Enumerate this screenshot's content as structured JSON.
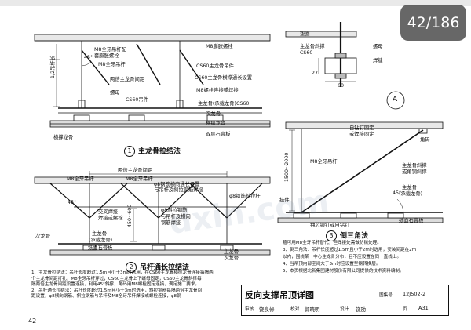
{
  "page_counter": "42/186",
  "page_number": "42",
  "watermark": "dxin.com",
  "fig1": {
    "caption_num": "1",
    "caption": "主龙骨拉结法",
    "labels": {
      "m8_rod_tag": "M8全牙吊杆配",
      "expansion_bolt": "套膨胀螺栓",
      "m8_rod": "M8全牙吊杆",
      "m8_expansion": "M8膨胀螺栓",
      "cs60_hanger": "CS60主龙骨吊件",
      "two_spacing": "两倍主龙骨间距",
      "cs60_connect": "CS60主龙骨横撑通长设置",
      "nut": "螺母",
      "m8_clamp": "M8螺栓连接或焊接",
      "cs60_clip": "CS60吊件",
      "main_joist": "主龙骨(承载龙骨)CS60",
      "sub_joist": "次龙骨",
      "cross_joist": "横撑龙骨",
      "cross_joist2": "横撑龙骨",
      "board": "双层石膏板",
      "dim_half": "1/2吊杆长",
      "angle": "45°"
    }
  },
  "fig2": {
    "caption_num": "2",
    "caption": "吊杆通长拉结法",
    "labels": {
      "two_spacing": "两倍主龙骨间距",
      "m8_rod1": "M8全牙吊杆",
      "m8_rod2": "M8全牙吊杆",
      "phi8_line1": "φ8钢筋横向通长设置",
      "phi8_line2": "与吊杆及斜拉钢筋焊接",
      "phi8_rod": "φ8钢筋斜拉杆",
      "cross_weld": "交叉焊接",
      "weld_or_bolt": "焊接或螺栓",
      "phi8_diag1": "φ8斜拉钢筋",
      "phi8_diag2": "与吊杆及横向",
      "phi8_diag3": "钢筋焊接",
      "dim": "450~600",
      "sub_joist": "次龙骨",
      "main_joist1": "主龙骨",
      "main_joist2": "(承载龙骨)",
      "board": "纸面石膏板",
      "main_joist3": "主龙骨",
      "sub_joist2": "次龙骨",
      "angle": "45°"
    }
  },
  "fig3": {
    "caption_num": "3",
    "caption": "倒三角法",
    "labels": {
      "self_drill": "自钻钉固定",
      "or_weld": "或焊接固定",
      "corner": "角码",
      "m8_rod": "M8全牙吊杆",
      "main_brace1": "主龙骨斜撑",
      "main_brace2": "或角钢斜撑",
      "main_joist1": "主龙骨",
      "main_joist2": "(承载龙骨)",
      "dim": "1500~2000",
      "hanger": "挂件",
      "board": "纸面石膏板",
      "screw": "抽芯铆钉或自钻钉",
      "angle": "45°"
    }
  },
  "detailA": {
    "tag": "A",
    "labels": {
      "washer": "垫圈",
      "main_brace": "主龙骨斜撑",
      "cs60": "CS60",
      "nut": "螺母",
      "weld": "焊缝",
      "dim_w": "60",
      "dim_h": "27"
    }
  },
  "left_notes": [
    "1、主龙骨拉结法：吊杆长度超过1.5m且小于3m时选用，在CS60主龙骨横撑龙骨连接每隔两",
    "  个主龙骨间距打孔，M8全牙吊杆穿过，CS60主龙骨上下螺母固定，CS60主龙骨斜撑每",
    "  隔两倍主龙骨间距设置连接，利用45°斜撑，角码用M8螺栓固定连接，满足施工要求。",
    "2、吊杆通长拉结法：吊杆长度超过1.5m且小于3m时选用，斜拉钢筋每隔两倍主龙骨间",
    "  距设置，φ8横向钢筋、斜拉钢筋与吊杆及M8全牙吊杆焊接或螺栓连接，φ8钢"
  ],
  "right_notes": [
    "箍可用M8全牙吊杆替代，但焊接处需做防锈处理。",
    "3、倒三角法：吊杆长度超过1.5m且小于2m时选用，安装间距在2m",
    "  以内，围绕某一中心主龙骨分布，且不应设置在同一直线上。",
    "4、当吊顶内部空间大于3m时应设置型钢转换层。",
    "5、本页根据北新集团建材股份有限公司提供的技术资料编制。"
  ],
  "title_block": {
    "title": "反向支撑吊顶详图",
    "atlas_label": "图集号",
    "atlas_no": "12J502-2",
    "review_label": "审核",
    "review_name": "饶良修",
    "check_label": "校对",
    "check_name": "郭晓明",
    "design_label": "设计",
    "design_name": "饶劢",
    "page_label": "页",
    "page_no": "A31"
  }
}
